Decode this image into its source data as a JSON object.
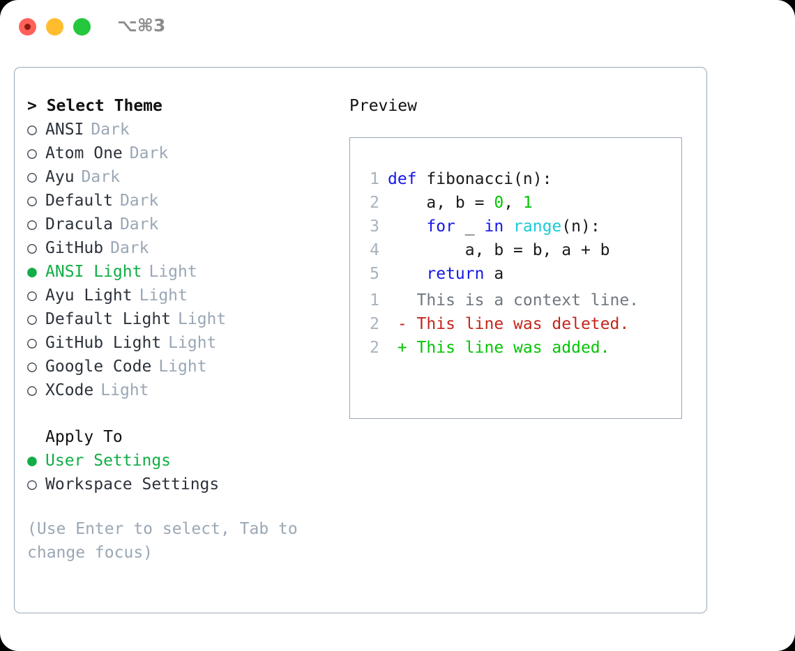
{
  "window": {
    "shortcut": "⌥⌘3",
    "traffic_lights": [
      {
        "name": "close",
        "color": "#ff6159"
      },
      {
        "name": "minimize",
        "color": "#ffbd2e"
      },
      {
        "name": "maximize",
        "color": "#25c73c"
      }
    ]
  },
  "colors": {
    "accent_green": "#12ad46",
    "muted_blue_gray": "#9aa7b5",
    "text": "#2c323b",
    "keyword_blue": "#1616e8",
    "builtin_cyan": "#18ccd6",
    "number_green": "#05c405",
    "diff_delete_red": "#c3261a",
    "diff_add_green": "#05c405",
    "panel_border": "#9aa7b5"
  },
  "theme_panel": {
    "heading": "> Select Theme",
    "options": [
      {
        "bullet": "○",
        "label": "ANSI",
        "tag": "Dark",
        "selected": false
      },
      {
        "bullet": "○",
        "label": "Atom One",
        "tag": "Dark",
        "selected": false
      },
      {
        "bullet": "○",
        "label": "Ayu",
        "tag": "Dark",
        "selected": false
      },
      {
        "bullet": "○",
        "label": "Default",
        "tag": "Dark",
        "selected": false
      },
      {
        "bullet": "○",
        "label": "Dracula",
        "tag": "Dark",
        "selected": false
      },
      {
        "bullet": "○",
        "label": "GitHub",
        "tag": "Dark",
        "selected": false
      },
      {
        "bullet": "●",
        "label": "ANSI Light",
        "tag": "Light",
        "selected": true
      },
      {
        "bullet": "○",
        "label": "Ayu Light",
        "tag": "Light",
        "selected": false
      },
      {
        "bullet": "○",
        "label": "Default Light",
        "tag": "Light",
        "selected": false
      },
      {
        "bullet": "○",
        "label": "GitHub Light",
        "tag": "Light",
        "selected": false
      },
      {
        "bullet": "○",
        "label": "Google Code",
        "tag": "Light",
        "selected": false
      },
      {
        "bullet": "○",
        "label": "XCode",
        "tag": "Light",
        "selected": false
      }
    ]
  },
  "apply_to": {
    "heading": "Apply To",
    "options": [
      {
        "bullet": "●",
        "label": "User Settings",
        "selected": true
      },
      {
        "bullet": "○",
        "label": "Workspace Settings",
        "selected": false
      }
    ]
  },
  "hint": "(Use Enter to select, Tab to change focus)",
  "preview": {
    "heading": "Preview",
    "code_lines": [
      {
        "no": "1",
        "tokens": [
          {
            "t": "def",
            "c": "kw"
          },
          {
            "t": " ",
            "c": "txt"
          },
          {
            "t": "fibonacci",
            "c": "fn"
          },
          {
            "t": "(n):",
            "c": "txt"
          }
        ]
      },
      {
        "no": "2",
        "tokens": [
          {
            "t": "    a, b = ",
            "c": "txt"
          },
          {
            "t": "0",
            "c": "num"
          },
          {
            "t": ", ",
            "c": "txt"
          },
          {
            "t": "1",
            "c": "num"
          }
        ]
      },
      {
        "no": "3",
        "tokens": [
          {
            "t": "    ",
            "c": "txt"
          },
          {
            "t": "for",
            "c": "kw"
          },
          {
            "t": " _ ",
            "c": "txt"
          },
          {
            "t": "in",
            "c": "kw"
          },
          {
            "t": " ",
            "c": "txt"
          },
          {
            "t": "range",
            "c": "builtin"
          },
          {
            "t": "(n):",
            "c": "txt"
          }
        ]
      },
      {
        "no": "4",
        "tokens": [
          {
            "t": "        a, b = b, a + b",
            "c": "txt"
          }
        ]
      },
      {
        "no": "5",
        "tokens": [
          {
            "t": "    ",
            "c": "txt"
          },
          {
            "t": "return",
            "c": "kw"
          },
          {
            "t": " a",
            "c": "txt"
          }
        ]
      }
    ],
    "diff_lines": [
      {
        "no": "1",
        "marker": " ",
        "text": "This is a context line.",
        "kind": "ctx"
      },
      {
        "no": "2",
        "marker": "-",
        "text": "This line was deleted.",
        "kind": "del"
      },
      {
        "no": "2",
        "marker": "+",
        "text": "This line was added.",
        "kind": "add"
      }
    ]
  }
}
